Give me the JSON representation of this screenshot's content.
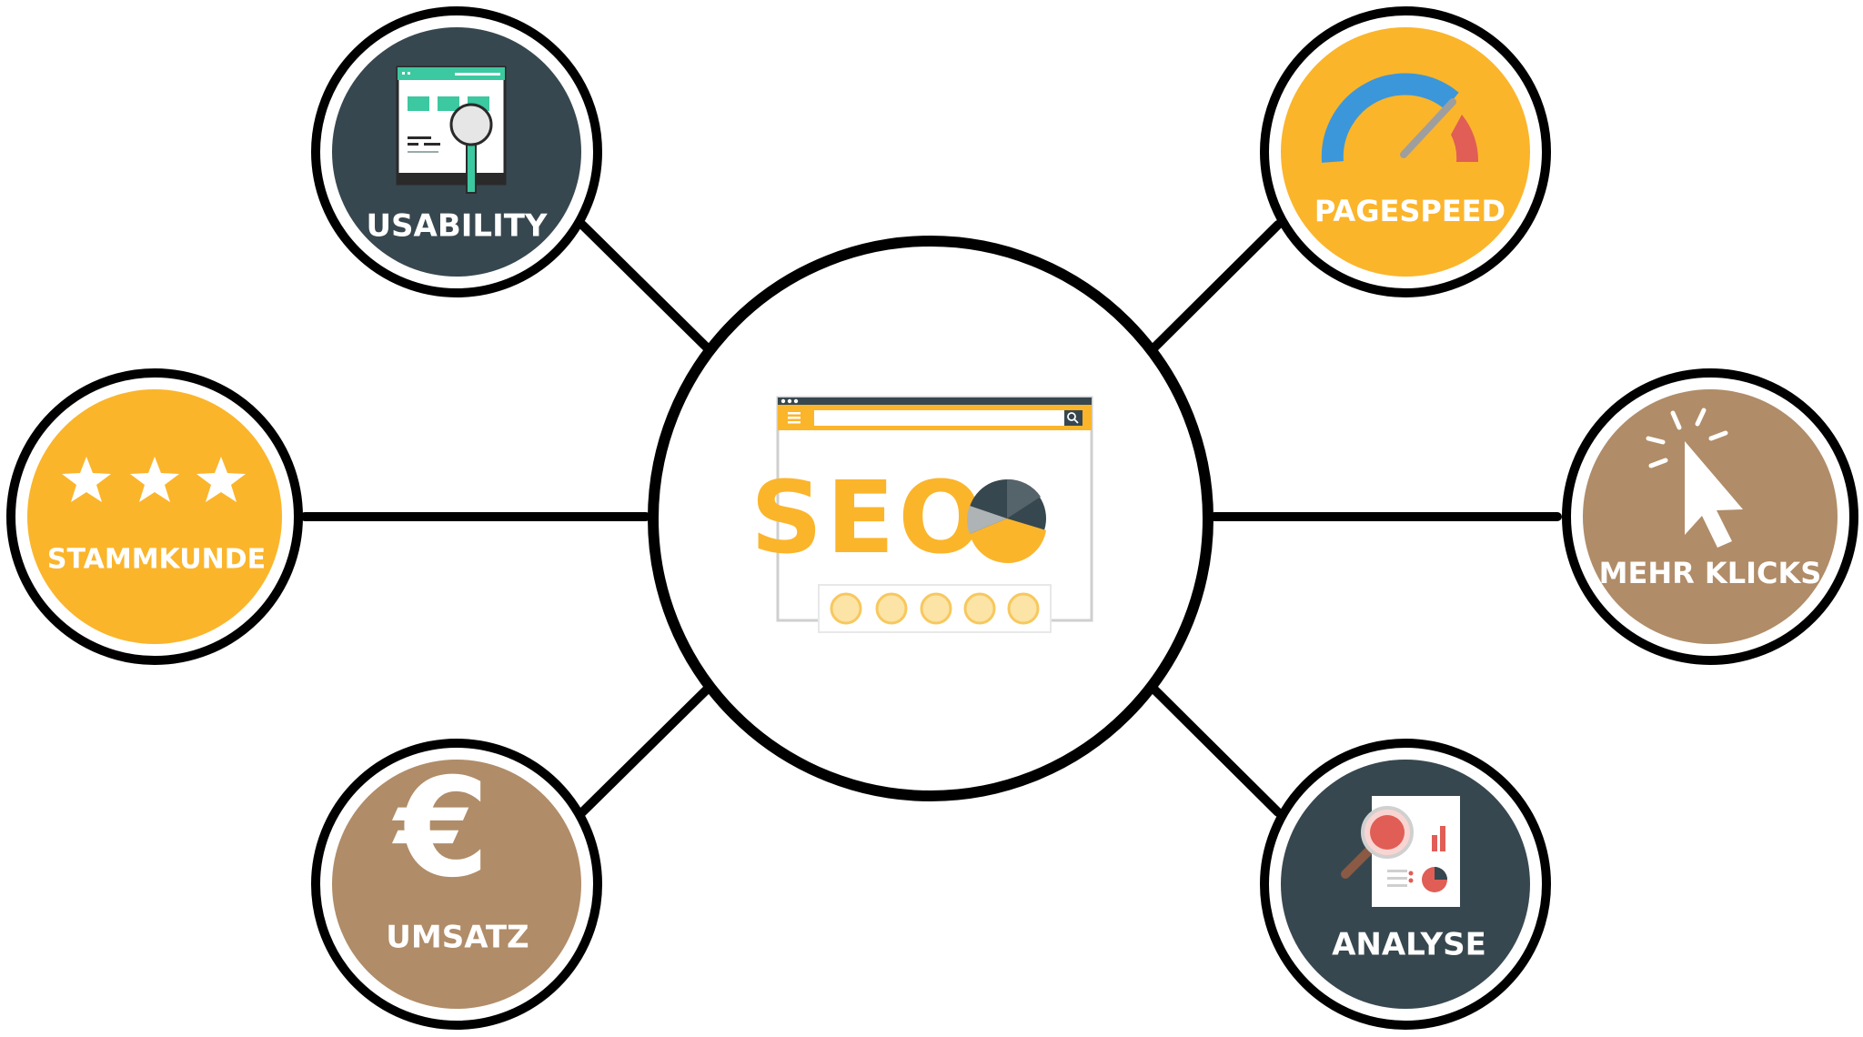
{
  "colors": {
    "orange": "#FBB52B",
    "slate": "#37474F",
    "tan": "#B08C68",
    "outline": "#000000",
    "white": "#FFFFFF",
    "blue": "#3B97DA",
    "red": "#E05E56",
    "teal": "#3CC8A0"
  },
  "center": {
    "title": "SEO",
    "icon": "seo-browser-icon"
  },
  "nodes": [
    {
      "id": "usability",
      "label": "USABILITY",
      "color": "#37474F",
      "icon": "browser-magnifier-icon"
    },
    {
      "id": "pagespeed",
      "label": "PAGESPEED",
      "color": "#FBB52B",
      "icon": "speedometer-icon"
    },
    {
      "id": "stammkunde",
      "label": "STAMMKUNDE",
      "color": "#FBB52B",
      "icon": "three-stars-icon"
    },
    {
      "id": "mehr-klicks",
      "label": "MEHR KLICKS",
      "color": "#B08C68",
      "icon": "cursor-click-icon"
    },
    {
      "id": "umsatz",
      "label": "UMSATZ",
      "color": "#B08C68",
      "icon": "euro-icon"
    },
    {
      "id": "analyse",
      "label": "ANALYSE",
      "color": "#37474F",
      "icon": "report-magnifier-icon"
    }
  ]
}
